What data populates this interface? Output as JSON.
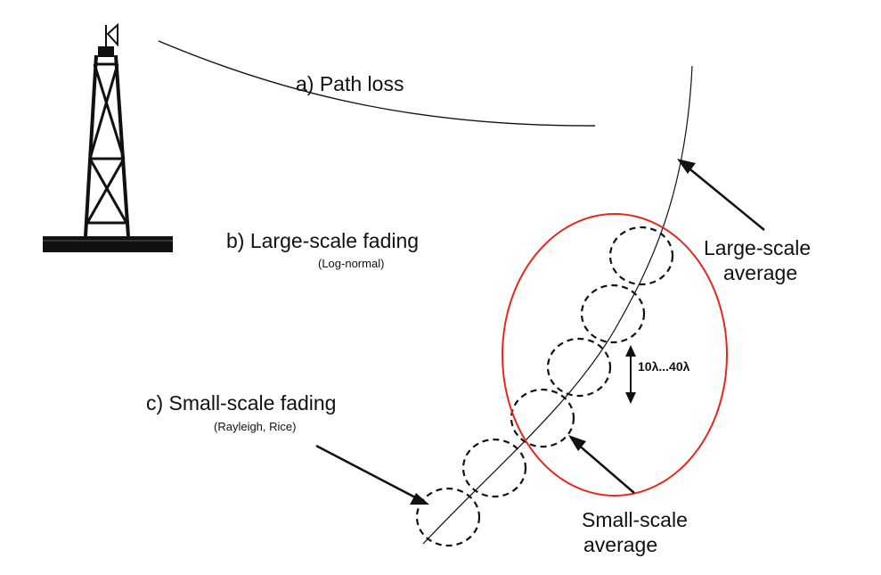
{
  "labels": {
    "path_loss": "a) Path loss",
    "large_scale_fading": "b) Large-scale fading",
    "large_scale_fading_note": "(Log-normal)",
    "small_scale_fading": "c) Small-scale fading",
    "small_scale_fading_note": "(Rayleigh, Rice)",
    "large_scale_average_line1": "Large-scale",
    "large_scale_average_line2": "average",
    "small_scale_average_line1": "Small-scale",
    "small_scale_average_line2": "average",
    "spacing": "10λ...40λ"
  },
  "icons": {
    "tower": "antenna-tower-icon"
  },
  "colors": {
    "highlight": "#e8261a",
    "ink": "#111111"
  }
}
